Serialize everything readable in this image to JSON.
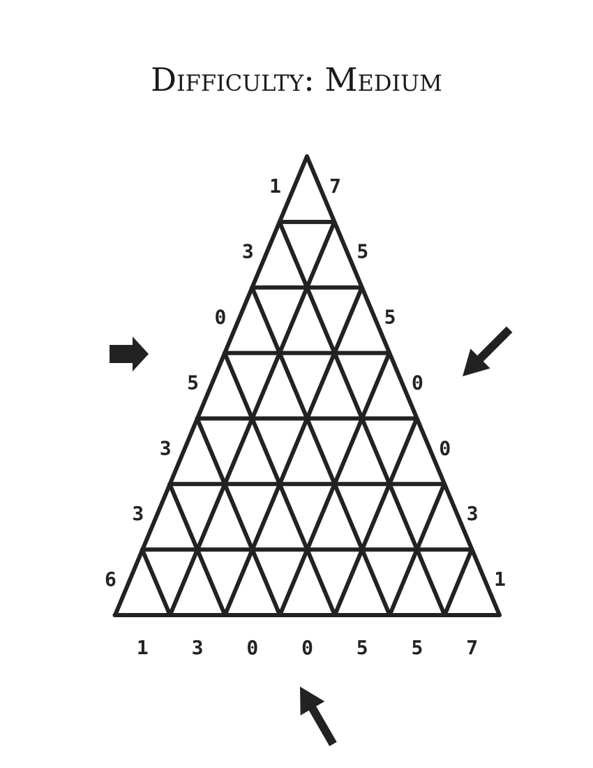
{
  "title": "Difficulty: Medium",
  "puzzle": {
    "size": 7,
    "left_clues": [
      "1",
      "3",
      "0",
      "5",
      "3",
      "3",
      "6"
    ],
    "right_clues": [
      "7",
      "5",
      "5",
      "0",
      "0",
      "3",
      "1"
    ],
    "bottom_clues": [
      "1",
      "3",
      "0",
      "0",
      "5",
      "5",
      "7"
    ],
    "arrows": [
      "arrow-right",
      "arrow-down-left",
      "arrow-up-left"
    ]
  },
  "colors": {
    "ink": "#222222",
    "background": "#ffffff"
  }
}
